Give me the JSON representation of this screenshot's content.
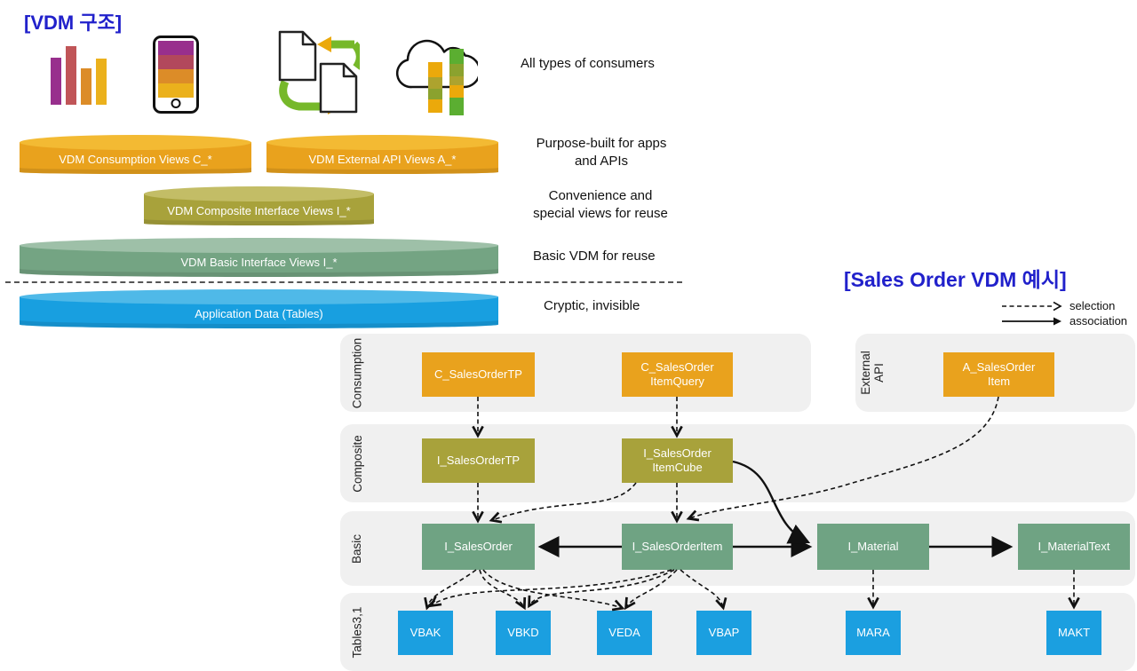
{
  "left_panel": {
    "title": "[VDM 구조]",
    "consumers_label": "All types of consumers",
    "icons": [
      "bar-chart-icon",
      "smartphone-icon",
      "document-exchange-icon",
      "cloud-analytics-icon"
    ],
    "disks": [
      {
        "label": "VDM Consumption Views C_*",
        "color": "#E9A21D"
      },
      {
        "label": "VDM External API Views A_*",
        "color": "#E9A21D"
      },
      {
        "label": "VDM Composite Interface Views I_*",
        "color": "#A8A23B"
      },
      {
        "label": "VDM Basic Interface Views I_*",
        "color": "#74A483"
      },
      {
        "label": "Application Data (Tables)",
        "color": "#189FE0"
      }
    ],
    "side_labels": {
      "purpose": "Purpose-built for apps\nand APIs",
      "convenience": "Convenience and\nspecial views for reuse",
      "basic": "Basic VDM for reuse",
      "cryptic": "Cryptic, invisible"
    }
  },
  "right_panel": {
    "title": "[Sales Order VDM 예시]",
    "legend": {
      "selection": "selection",
      "association": "association"
    }
  },
  "diagram": {
    "rows": {
      "consumption": "Consumption",
      "external": "External\nAPI",
      "composite": "Composite",
      "basic": "Basic",
      "tables": "Tables3,1"
    },
    "boxes": {
      "c_salesordertp": "C_SalesOrderTP",
      "c_salesorderitemquery": "C_SalesOrder\nItemQuery",
      "a_salesorderitem": "A_SalesOrder\nItem",
      "i_salesordertp": "I_SalesOrderTP",
      "i_salesorderitemcube": "I_SalesOrder\nItemCube",
      "i_salesorder": "I_SalesOrder",
      "i_salesorderitem": "I_SalesOrderItem",
      "i_material": "I_Material",
      "i_materialtext": "I_MaterialText",
      "vbak": "VBAK",
      "vbkd": "VBKD",
      "veda": "VEDA",
      "vbap": "VBAP",
      "mara": "MARA",
      "makt": "MAKT"
    },
    "colors": {
      "consumption_box": "#E9A21D",
      "composite_box": "#A8A23B",
      "basic_box": "#6FA383",
      "table_box": "#1B9FE0",
      "row_background": "#F0F0F0",
      "title_blue": "#2121CB"
    }
  }
}
